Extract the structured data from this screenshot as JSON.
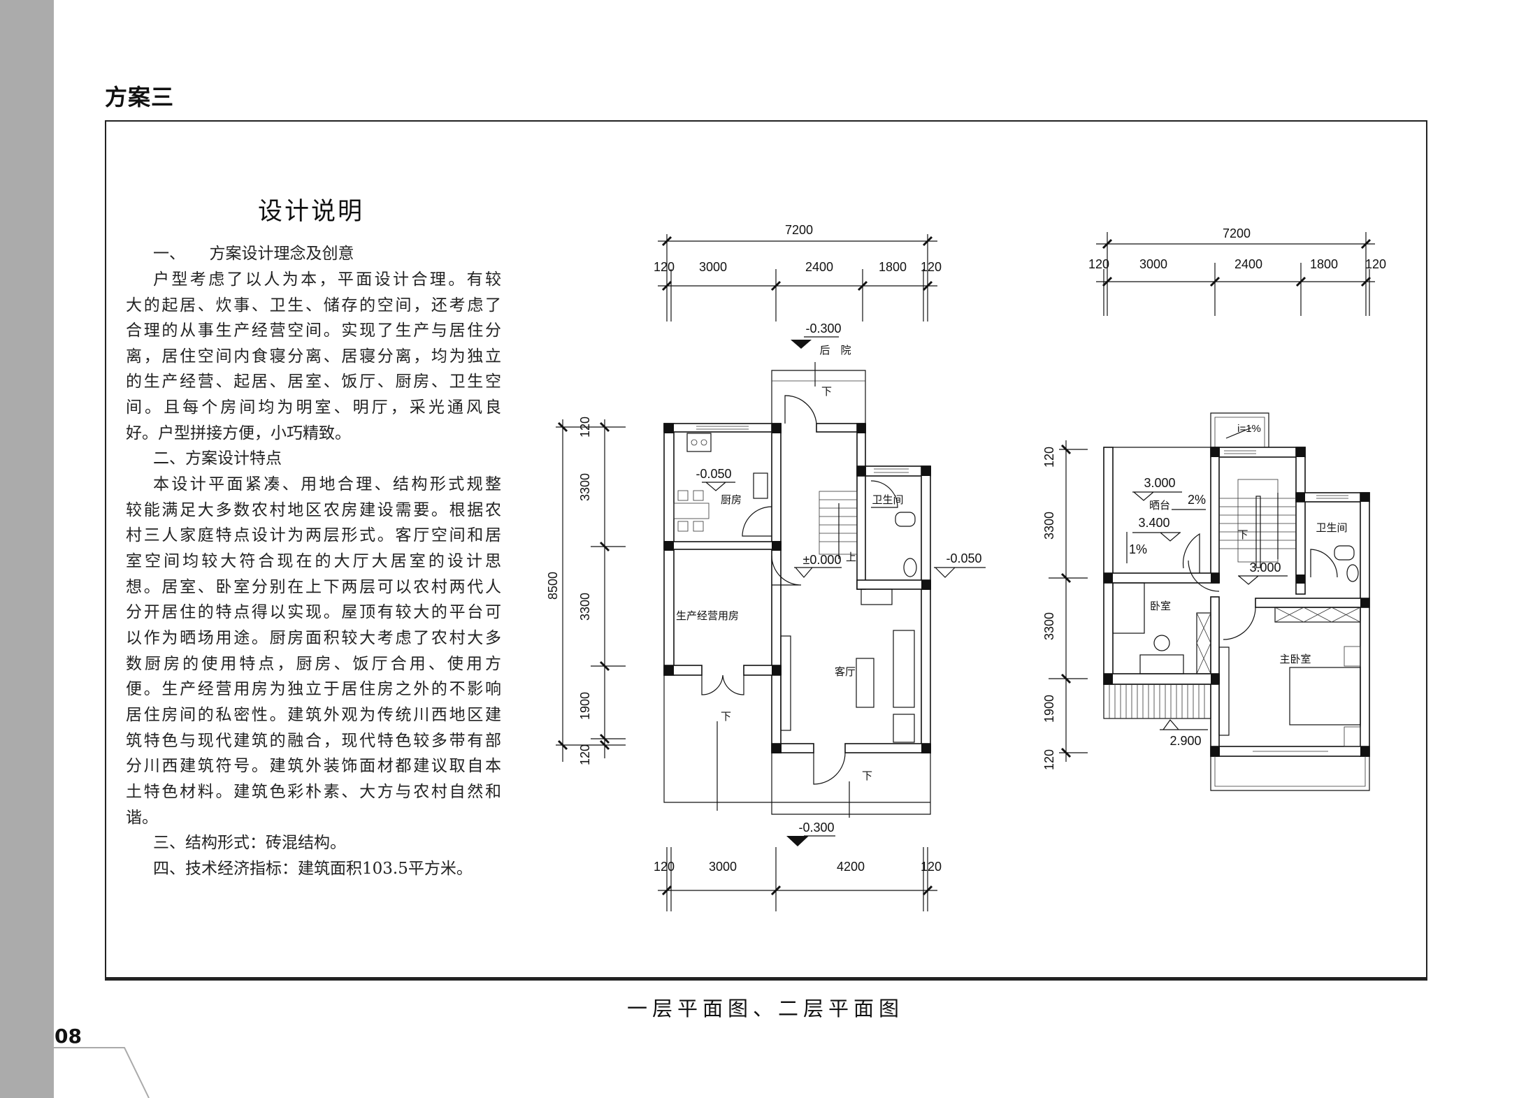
{
  "page": {
    "section_title": "方案三",
    "caption": "一层平面图、二层平面图",
    "page_number": "08"
  },
  "notes": {
    "title": "设计说明",
    "lines": [
      "一、　　方案设计理念及创意",
      "户型考虑了以人为本，平面设计合理。有较",
      "大的起居、炊事、卫生、储存的空间，还考虑了",
      "合理的从事生产经营空间。实现了生产与居住分",
      "离，居住空间内食寝分离、居寝分离，均为独立",
      "的生产经营、起居、居室、饭厅、厨房、卫生空",
      "间。且每个房间均为明室、明厅，采光通风良",
      "好。户型拼接方便，小巧精致。",
      "二、方案设计特点",
      "本设计平面紧凑、用地合理、结构形式规整",
      "较能满足大多数农村地区农房建设需要。根据农",
      "村三人家庭特点设计为两层形式。客厅空间和居",
      "室空间均较大符合现在的大厅大居室的设计思",
      "想。居室、卧室分别在上下两层可以农村两代人",
      "分开居住的特点得以实现。屋顶有较大的平台可",
      "以作为晒场用途。厨房面积较大考虑了农村大多",
      "数厨房的使用特点，厨房、饭厅合用、使用方",
      "便。生产经营用房为独立于居住房之外的不影响",
      "居住房间的私密性。建筑外观为传统川西地区建",
      "筑特色与现代建筑的融合，现代特色较多带有部",
      "分川西建筑符号。建筑外装饰面材都建议取自本",
      "土特色材料。建筑色彩朴素、大方与农村自然和",
      "谐。",
      "三、结构形式：砖混结构。",
      "四、技术经济指标：建筑面积103.5平方米。"
    ]
  },
  "plan1": {
    "dims_top_total": "7200",
    "dims_top": [
      "120",
      "3000",
      "2400",
      "1800",
      "120"
    ],
    "dims_bottom": [
      "120",
      "3000",
      "4200",
      "120"
    ],
    "dims_left_total": "8500",
    "dims_left": [
      "120",
      "3300",
      "3300",
      "1900",
      "120"
    ],
    "labels": {
      "rear_level": "-0.300",
      "rear_yard": "后　院",
      "front_level": "-0.300",
      "kitchen": "厨房",
      "kitchen_level": "-0.050",
      "bathroom": "卫生间",
      "bath_level": "-0.050",
      "hall_level": "±0.000",
      "production_room": "生产经营用房",
      "living_room": "客厅",
      "down1": "下",
      "down2": "下",
      "down3": "下",
      "up": "上"
    }
  },
  "plan2": {
    "dims_top_total": "7200",
    "dims_top": [
      "120",
      "3000",
      "2400",
      "1800",
      "120"
    ],
    "dims_left": [
      "120",
      "3300",
      "3300",
      "1900",
      "120"
    ],
    "labels": {
      "slope_top": "i=1%",
      "terrace_level": "3.000",
      "terrace": "晒台",
      "slope_2": "2%",
      "terrace_level2": "3.400",
      "slope_1": "1%",
      "down": "下",
      "bathroom": "卫生间",
      "landing_level": "3.000",
      "bedroom": "卧室",
      "master_bedroom": "主卧室",
      "balcony_level": "2.900"
    }
  }
}
